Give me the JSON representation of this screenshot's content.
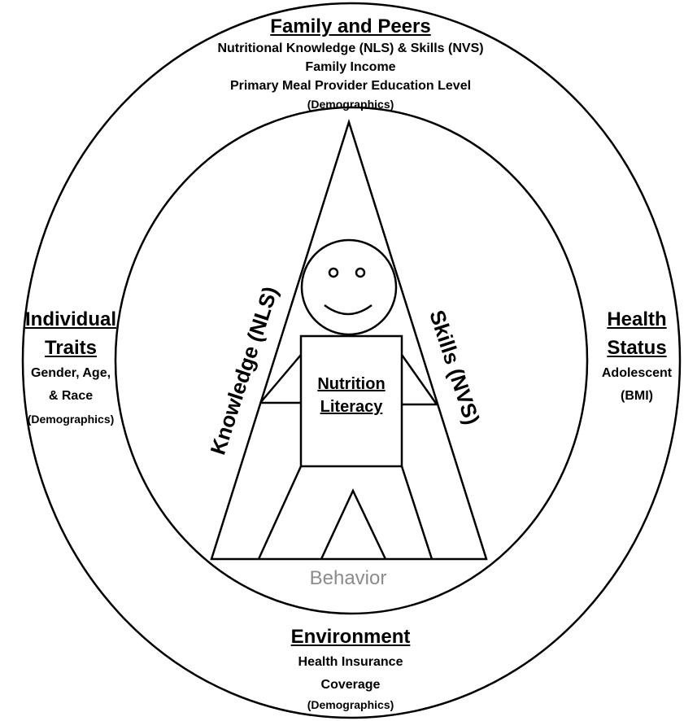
{
  "family": {
    "title": "Family and Peers",
    "lines": [
      "Nutritional  Knowledge (NLS) & Skills (NVS)",
      "Family Income",
      "Primary Meal Provider Education  Level",
      "(Demographics)"
    ]
  },
  "individual": {
    "title_line1": "Individual",
    "title_line2": "Traits",
    "lines": [
      "Gender, Age,",
      "&  Race",
      "(Demographics)"
    ]
  },
  "health": {
    "title_line1": "Health",
    "title_line2": "Status",
    "lines": [
      "Adolescent",
      "(BMI)"
    ]
  },
  "environment": {
    "title": "Environment",
    "lines": [
      "Health Insurance",
      "Coverage",
      "(Demographics)"
    ]
  },
  "triangle": {
    "left_side": "Knowledge (NLS)",
    "right_side": "Skills (NVS)",
    "base": "Behavior"
  },
  "figure": {
    "body_line1": "Nutrition",
    "body_line2": "Literacy"
  },
  "colors": {
    "line": "#000000",
    "behavior_text": "#8c8c8c",
    "background": "#ffffff"
  }
}
